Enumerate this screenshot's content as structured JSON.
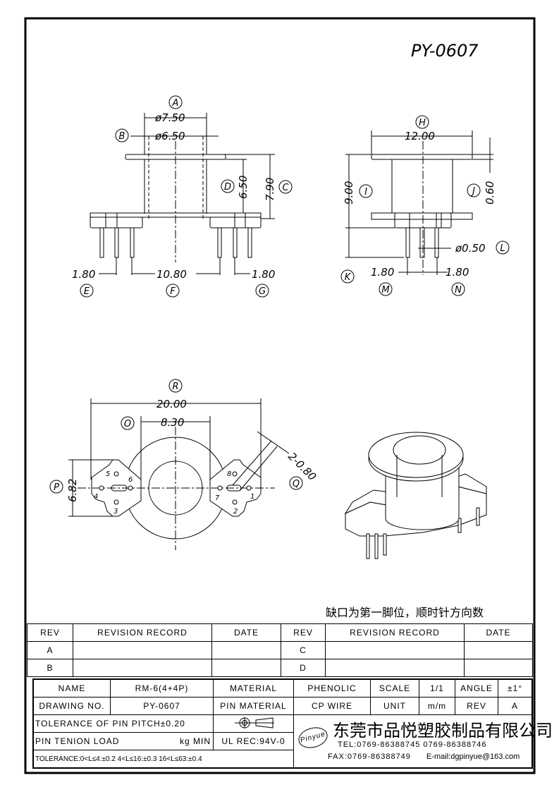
{
  "drawing": {
    "title": "PY-0607",
    "front_view": {
      "A": "A",
      "dim_a": "ø7.50",
      "B": "B",
      "dim_b": "ø6.50",
      "D": "D",
      "dim_d": "6.50",
      "C": "C",
      "dim_c": "7.90",
      "dim_e": "1.80",
      "dim_f": "10.80",
      "dim_g": "1.80",
      "E": "E",
      "F": "F",
      "G": "G"
    },
    "side_view": {
      "H": "H",
      "dim_h": "12.00",
      "I": "I",
      "dim_i": "9.00",
      "J": "J",
      "dim_j": "0.60",
      "L": "L",
      "dim_l": "ø0.50",
      "K": "K",
      "dim_m": "1.80",
      "dim_n": "1.80",
      "M": "M",
      "N": "N"
    },
    "bottom_view": {
      "R": "R",
      "dim_r": "20.00",
      "O": "O",
      "dim_o": "8.30",
      "P": "P",
      "dim_p": "6.82",
      "Q": "Q",
      "dim_q": "2-0.80",
      "pins": [
        "1",
        "2",
        "3",
        "4",
        "5",
        "6",
        "7",
        "8"
      ]
    },
    "note": "缺口为第一脚位，顺时针方向数"
  },
  "revision_table": {
    "headers": [
      "REV",
      "REVISION RECORD",
      "DATE",
      "REV",
      "REVISION RECORD",
      "DATE"
    ],
    "rows": [
      [
        "A",
        "",
        "",
        "C",
        "",
        ""
      ],
      [
        "B",
        "",
        "",
        "D",
        "",
        ""
      ]
    ]
  },
  "title_block": {
    "name_label": "NAME",
    "name": "RM-6(4+4P)",
    "material_label": "MATERIAL",
    "material": "PHENOLIC",
    "scale_label": "SCALE",
    "scale": "1/1",
    "angle_label": "ANGLE",
    "angle": "±1°",
    "drawing_no_label": "DRAWING NO.",
    "drawing_no": "PY-0607",
    "pin_material_label": "PIN MATERIAL",
    "pin_material": "CP WIRE",
    "unit_label": "UNIT",
    "unit": "m/m",
    "rev_label": "REV",
    "rev": "A",
    "pitch_tolerance": "TOLERANCE OF PIN PITCH±0.20",
    "pin_load_label": "PIN TENION LOAD",
    "pin_load_unit": "kg MIN",
    "ul": "UL REC:94V-0",
    "tolerance": "TOLERANCE:0<L≤4:±0.2  4<L≤16:±0.3  16<L≤63:±0.4",
    "company": "东莞市品悦塑胶制品有限公司",
    "logo": "Pinyue",
    "tel": "TEL:0769-86388745    0769-86388746",
    "fax": "FAX:0769-86388749",
    "email": "E-mail:dgpinyue@163.com"
  }
}
